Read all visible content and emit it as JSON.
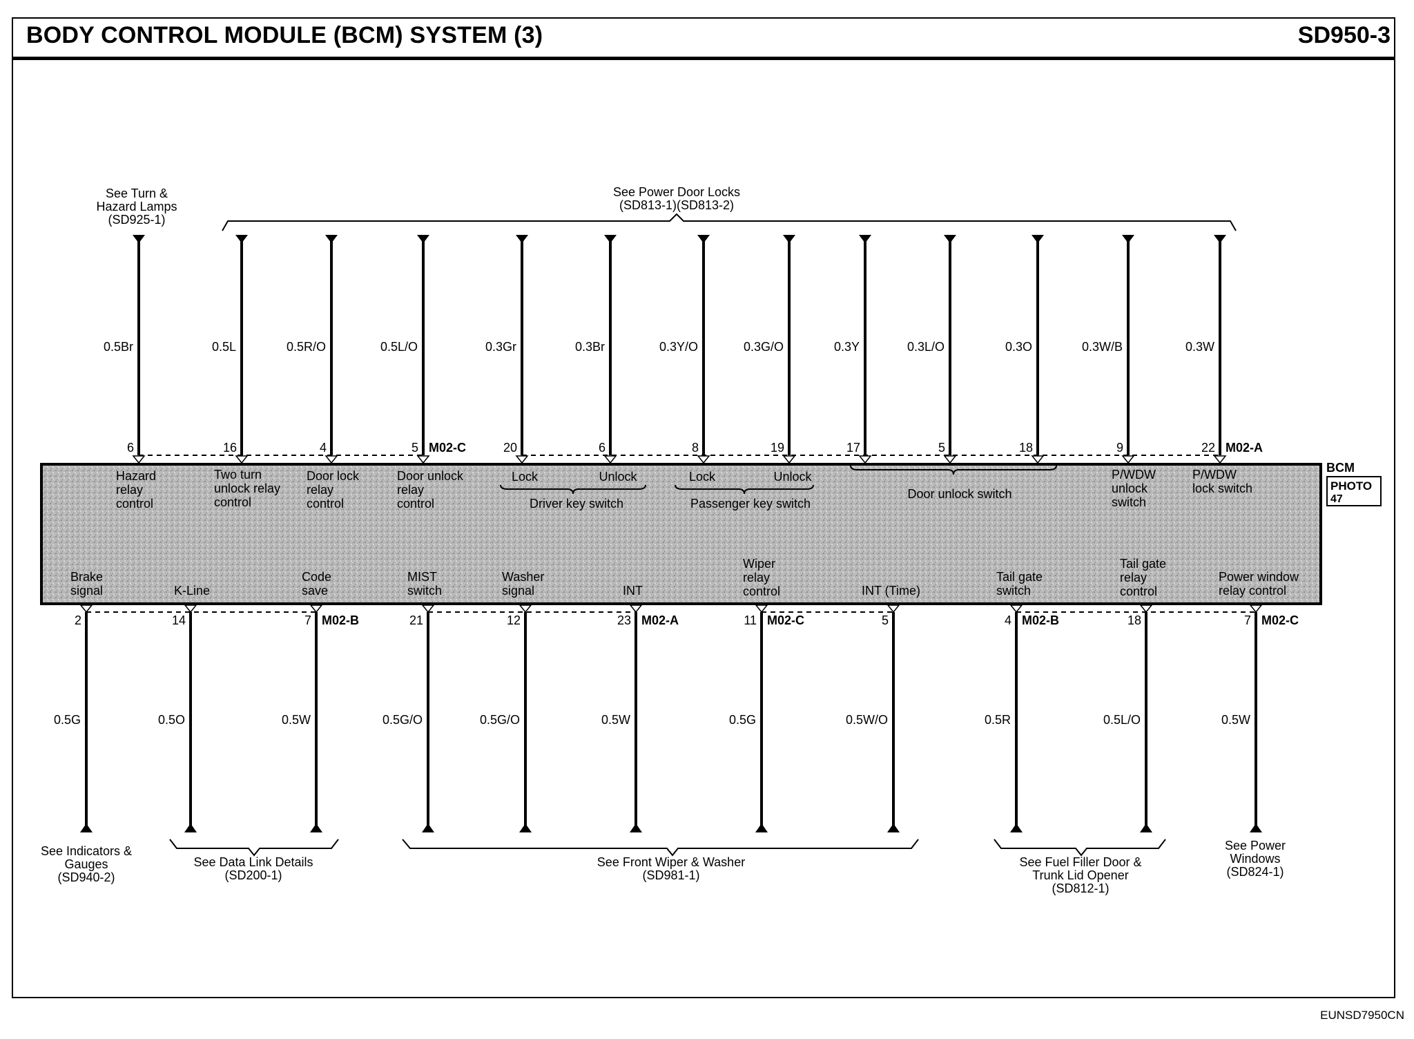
{
  "header": {
    "title": "BODY CONTROL MODULE (BCM) SYSTEM (3)",
    "page_code": "SD950-3"
  },
  "footer": {
    "code": "EUNSD7950CN"
  },
  "module": {
    "name": "BCM",
    "photo_label": [
      "PHOTO",
      "47"
    ]
  },
  "top_pins": [
    {
      "pin": "6",
      "wire": "0.5Br",
      "connector": ""
    },
    {
      "pin": "16",
      "wire": "0.5L",
      "connector": ""
    },
    {
      "pin": "4",
      "wire": "0.5R/O",
      "connector": ""
    },
    {
      "pin": "5",
      "wire": "0.5L/O",
      "connector": "M02-C"
    },
    {
      "pin": "20",
      "wire": "0.3Gr",
      "connector": ""
    },
    {
      "pin": "6",
      "wire": "0.3Br",
      "connector": ""
    },
    {
      "pin": "8",
      "wire": "0.3Y/O",
      "connector": ""
    },
    {
      "pin": "19",
      "wire": "0.3G/O",
      "connector": ""
    },
    {
      "pin": "17",
      "wire": "0.3Y",
      "connector": ""
    },
    {
      "pin": "5",
      "wire": "0.3L/O",
      "connector": ""
    },
    {
      "pin": "18",
      "wire": "0.3O",
      "connector": ""
    },
    {
      "pin": "9",
      "wire": "0.3W/B",
      "connector": ""
    },
    {
      "pin": "22",
      "wire": "0.3W",
      "connector": "M02-A"
    }
  ],
  "bottom_pins": [
    {
      "pin": "2",
      "wire": "0.5G",
      "connector": ""
    },
    {
      "pin": "14",
      "wire": "0.5O",
      "connector": ""
    },
    {
      "pin": "7",
      "wire": "0.5W",
      "connector": "M02-B"
    },
    {
      "pin": "21",
      "wire": "0.5G/O",
      "connector": ""
    },
    {
      "pin": "12",
      "wire": "0.5G/O",
      "connector": ""
    },
    {
      "pin": "23",
      "wire": "0.5W",
      "connector": "M02-A"
    },
    {
      "pin": "11",
      "wire": "0.5G",
      "connector": "M02-C"
    },
    {
      "pin": "5",
      "wire": "0.5W/O",
      "connector": ""
    },
    {
      "pin": "4",
      "wire": "0.5R",
      "connector": "M02-B"
    },
    {
      "pin": "18",
      "wire": "0.5L/O",
      "connector": ""
    },
    {
      "pin": "7",
      "wire": "0.5W",
      "connector": "M02-C"
    }
  ],
  "top_functions": [
    [
      "Hazard",
      "relay",
      "control"
    ],
    [
      "Two turn",
      "unlock relay",
      "control"
    ],
    [
      "Door lock",
      "relay",
      "control"
    ],
    [
      "Door unlock",
      "relay",
      "control"
    ],
    [
      "Lock"
    ],
    [
      "Unlock"
    ],
    [
      "Driver key switch"
    ],
    [
      "Lock"
    ],
    [
      "Unlock"
    ],
    [
      "Passenger key switch"
    ],
    [
      "Door unlock switch"
    ],
    [
      "P/WDW",
      "unlock",
      "switch"
    ],
    [
      "P/WDW",
      "lock switch"
    ]
  ],
  "bottom_functions": [
    [
      "Brake",
      "signal"
    ],
    [
      "K-Line"
    ],
    [
      "Code",
      "save"
    ],
    [
      "MIST",
      "switch"
    ],
    [
      "Washer",
      "signal"
    ],
    [
      "INT"
    ],
    [
      "Wiper",
      "relay",
      "control"
    ],
    [
      "INT (Time)"
    ],
    [
      "Tail gate",
      "switch"
    ],
    [
      "Tail gate",
      "relay",
      "control"
    ],
    [
      "Power window",
      "relay control"
    ]
  ],
  "top_references": [
    [
      "See Turn &",
      "Hazard Lamps",
      "(SD925-1)"
    ],
    [
      "See Power Door Locks",
      "(SD813-1)(SD813-2)"
    ]
  ],
  "bottom_references": [
    [
      "See Indicators &",
      "Gauges",
      "(SD940-2)"
    ],
    [
      "See Data Link Details",
      "(SD200-1)"
    ],
    [
      "See Front Wiper & Washer",
      "(SD981-1)"
    ],
    [
      "See Fuel Filler Door &",
      "Trunk Lid Opener",
      "(SD812-1)"
    ],
    [
      "See Power",
      "Windows",
      "(SD824-1)"
    ]
  ]
}
